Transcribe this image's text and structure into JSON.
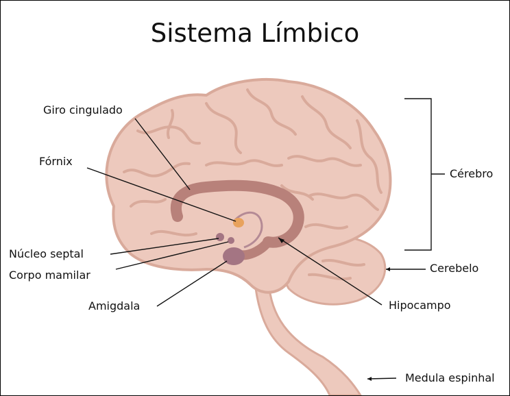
{
  "title": "Sistema Límbico",
  "labels": {
    "giro_cingulado": "Giro cingulado",
    "fornix": "Fórnix",
    "nucleo_septal": "Núcleo septal",
    "corpo_mamilar": "Corpo mamilar",
    "amigdala": "Amigdala",
    "cerebro": "Cérebro",
    "cerebelo": "Cerebelo",
    "hipocampo": "Hipocampo",
    "medula_espinhal": "Medula espinhal"
  },
  "colors": {
    "brain_fill": "#edc9bd",
    "brain_fold": "#d9aa9b",
    "limbic_band": "#b8817a",
    "amygdala": "#a47583",
    "fornix_orange": "#e8a25d"
  }
}
